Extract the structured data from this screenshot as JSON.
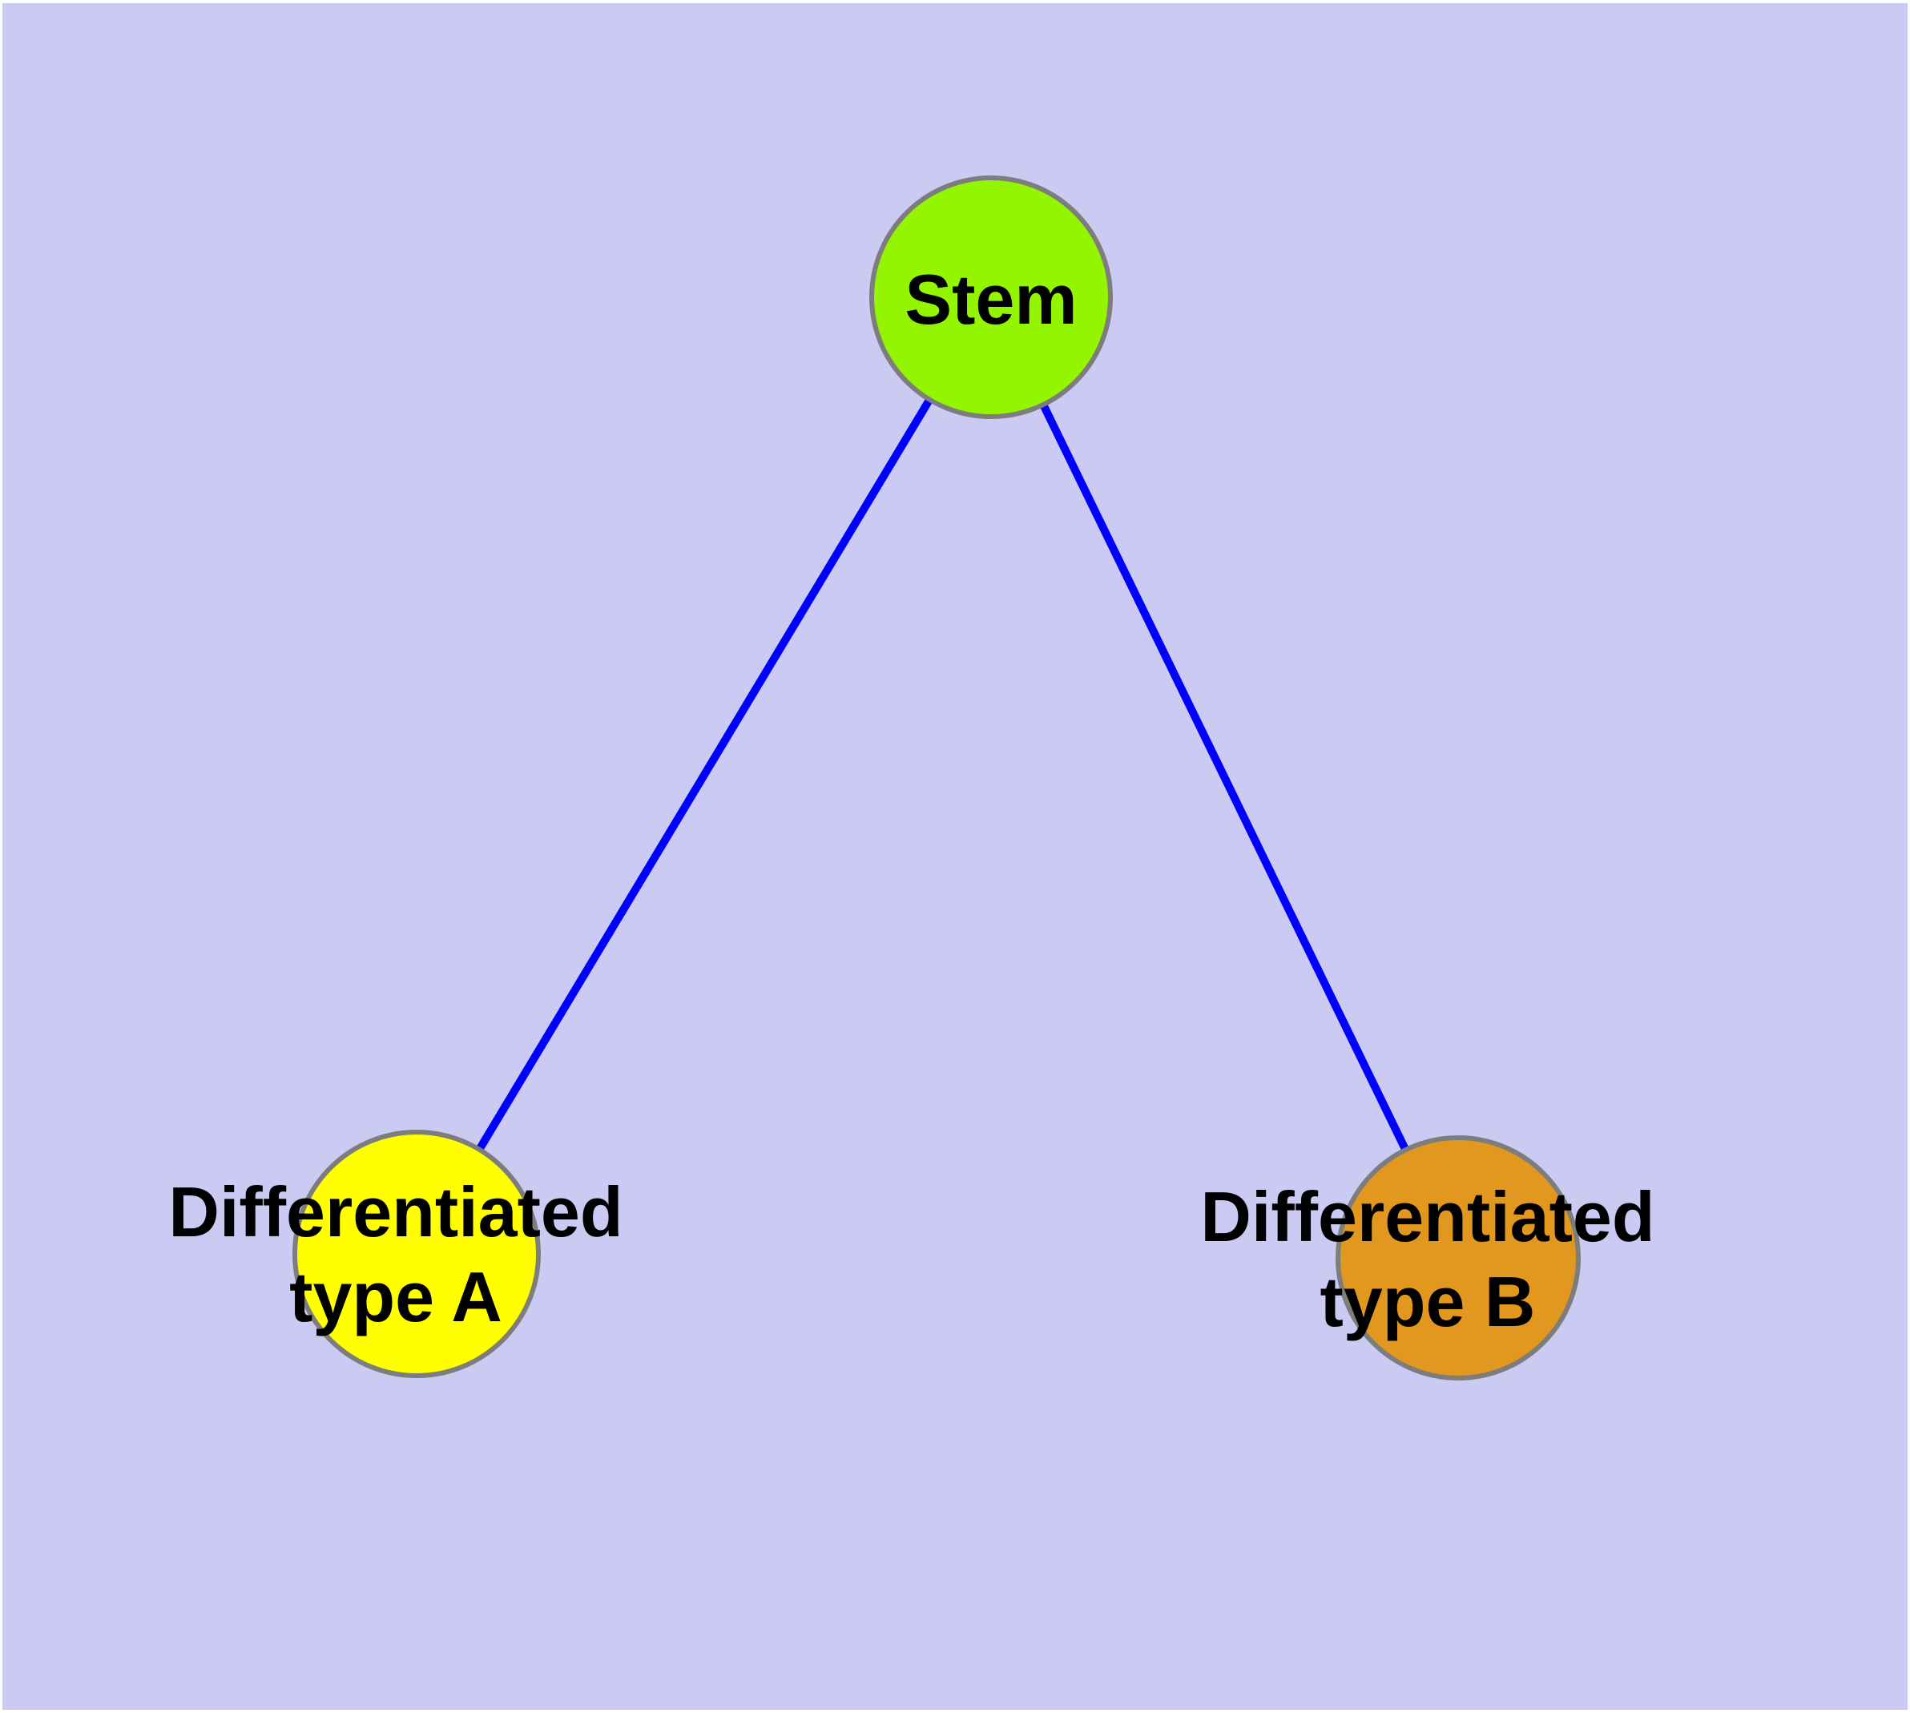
{
  "diagram": {
    "background_color": "#CACAF2",
    "page_margin_color": "#FFFFFF",
    "edge_color": "#0000FF",
    "node_border_color": "#7D7D7D",
    "text_color": "#000000",
    "nodes": {
      "stem": {
        "label": "Stem",
        "fill": "#94F500"
      },
      "type_a": {
        "label_line1": "Differentiated",
        "label_line2": "type A",
        "fill": "#FFFF00"
      },
      "type_b": {
        "label_line1": "Differentiated",
        "label_line2": "type B",
        "fill": "#E2971E"
      }
    },
    "edges": [
      {
        "from": "Stem",
        "to": "Differentiated type A"
      },
      {
        "from": "Stem",
        "to": "Differentiated type B"
      }
    ]
  }
}
